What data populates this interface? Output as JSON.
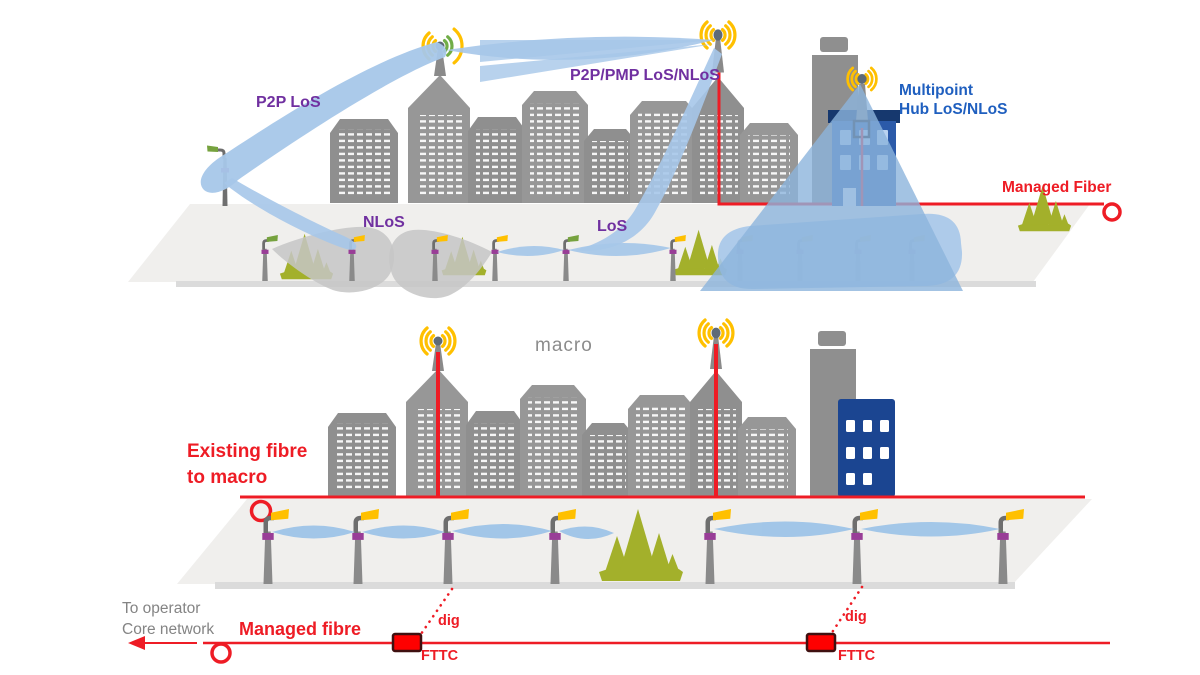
{
  "colors": {
    "purple_label": "#7030a0",
    "blue_label": "#1f5fbf",
    "red": "#ee1c25",
    "gray_label": "#848484",
    "building_gray": "#8f8f8f",
    "beam_blue": "#a6c7e9",
    "nlos_cone_gray": "#c6c6c6",
    "tree_olive": "#a3b02b",
    "wifi_yellow": "#ffc000",
    "wifi_green": "#71ad47",
    "navy_building": "#1b4591",
    "blue_building": "#2b5aa9",
    "street_gray": "#f0efed",
    "lamp_band_purple": "#993d97",
    "fttc_red": "#fe0000"
  },
  "upper_scene": {
    "p2p_los": "P2P LoS",
    "p2p_pmp": "P2P/PMP LoS/NLoS",
    "multipoint_line1": "Multipoint",
    "multipoint_line2": "Hub LoS/NLoS",
    "nlos": "NLoS",
    "los": "LoS",
    "managed_fiber": "Managed Fiber"
  },
  "lower_scene": {
    "macro": "macro",
    "existing_fibre_line1": "Existing fibre",
    "existing_fibre_line2": "to macro",
    "to_operator_line1": "To operator",
    "to_operator_line2": "Core network",
    "managed_fibre": "Managed fibre",
    "dig_left": "dig",
    "dig_right": "dig",
    "fttc_left": "FTTC",
    "fttc_right": "FTTC"
  }
}
